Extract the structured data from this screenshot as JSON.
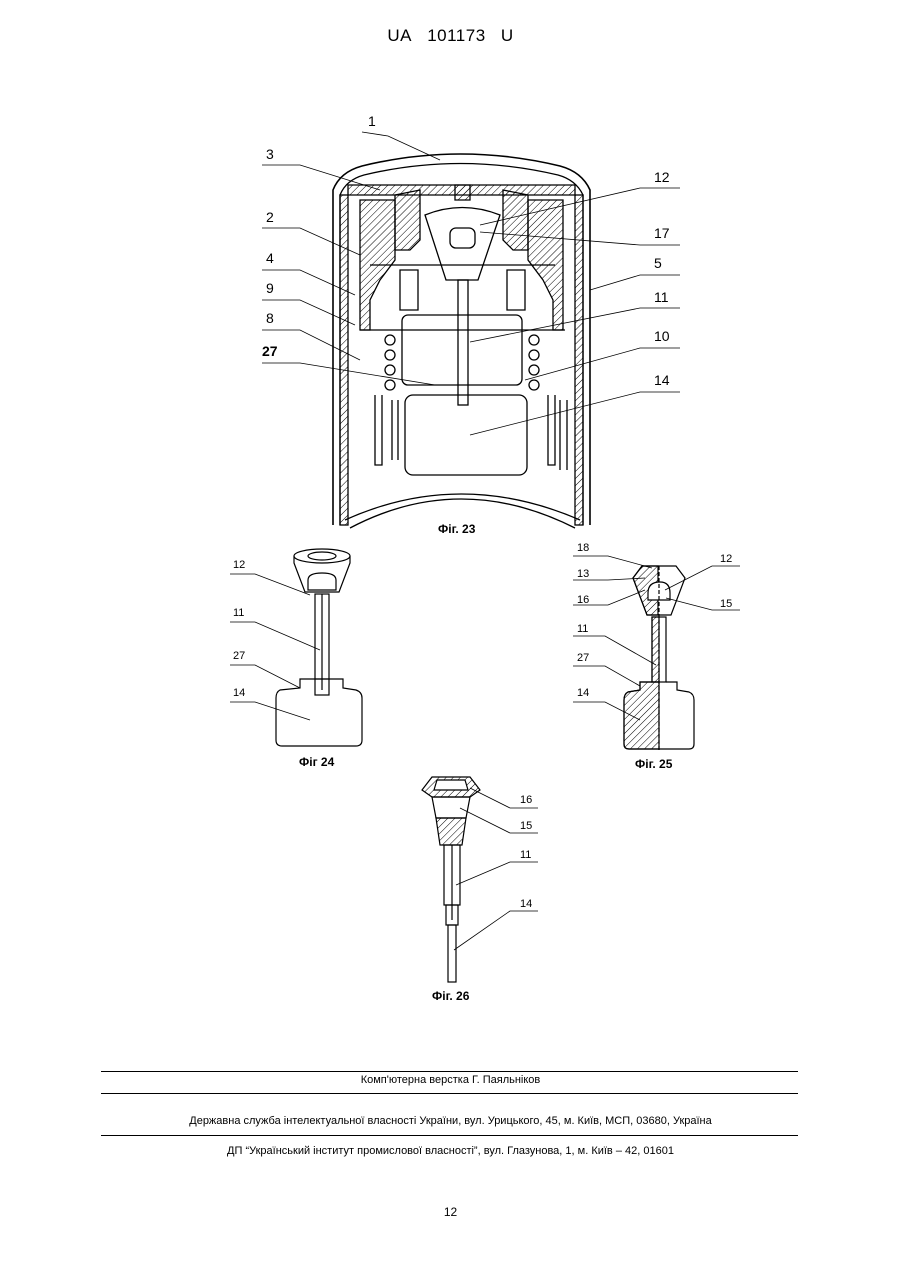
{
  "header": {
    "country": "UA",
    "number": "101173",
    "kind": "U"
  },
  "figures": {
    "fig23": {
      "caption": "Фіг. 23",
      "labels": [
        "1",
        "3",
        "2",
        "4",
        "9",
        "8",
        "27",
        "12",
        "17",
        "5",
        "11",
        "10",
        "14"
      ]
    },
    "fig24": {
      "caption": "Фіг 24",
      "labels": [
        "12",
        "11",
        "27",
        "14"
      ]
    },
    "fig25": {
      "caption": "Фіг. 25",
      "labels": [
        "18",
        "13",
        "16",
        "12",
        "15",
        "11",
        "27",
        "14"
      ]
    },
    "fig26": {
      "caption": "Фіг. 26",
      "labels": [
        "16",
        "15",
        "11",
        "14"
      ]
    }
  },
  "footer": {
    "line1": "Комп'ютерна верстка Г. Паяльніков",
    "line2": "Державна служба інтелектуальної власності України, вул. Урицького, 45, м. Київ, МСП, 03680, Україна",
    "line3": "ДП “Український інститут промислової власності”, вул. Глазунова, 1, м. Київ – 42, 01601"
  },
  "page_number": "12"
}
